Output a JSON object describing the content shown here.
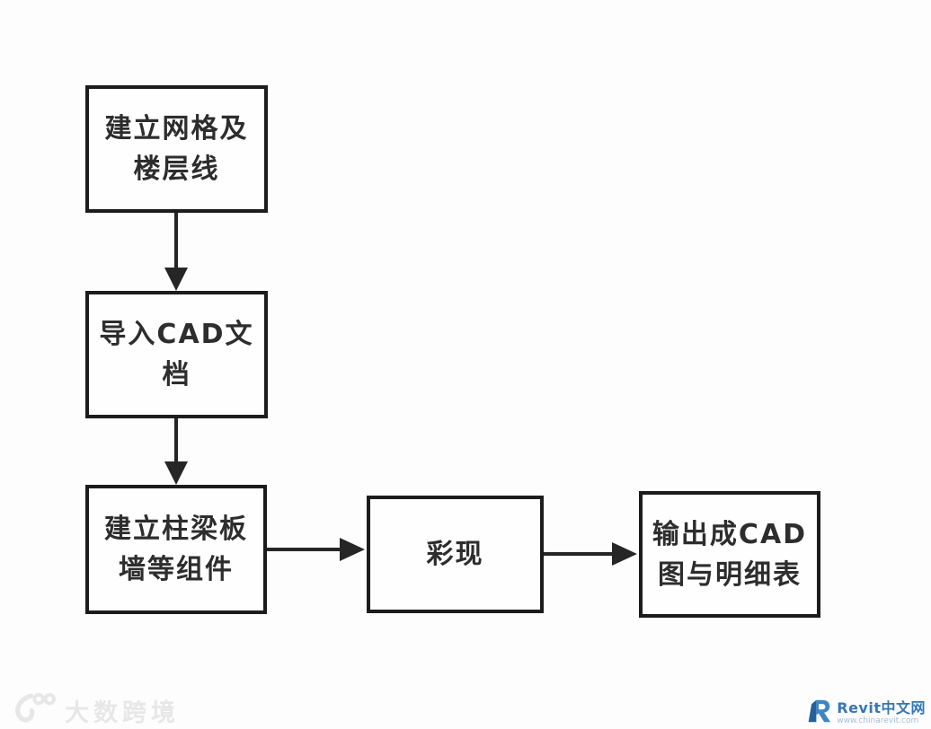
{
  "page": {
    "background": "#fdfdfd",
    "type": "flowchart-diagram"
  },
  "flowchart": {
    "nodes": [
      {
        "id": "create-grid-floor-lines",
        "label": "建立网格及\n楼层线"
      },
      {
        "id": "import-cad-document",
        "label": "导入CAD文\n档"
      },
      {
        "id": "create-column-beam-slab-wall-components",
        "label": "建立柱梁板\n墙等组件"
      },
      {
        "id": "rendering",
        "label": "彩现"
      },
      {
        "id": "output-cad-drawings-and-schedules",
        "label": "输出成CAD\n图与明细表"
      }
    ],
    "connections": [
      {
        "from": "create-grid-floor-lines",
        "to": "import-cad-document",
        "direction": "down"
      },
      {
        "from": "import-cad-document",
        "to": "create-column-beam-slab-wall-components",
        "direction": "down"
      },
      {
        "from": "create-column-beam-slab-wall-components",
        "to": "rendering",
        "direction": "right"
      },
      {
        "from": "rendering",
        "to": "output-cad-drawings-and-schedules",
        "direction": "right"
      }
    ],
    "colors": {
      "box_border": "#1c1c1c",
      "text": "#2d2d2d",
      "arrow": "#262626"
    }
  },
  "watermark": {
    "text": "大数跨境",
    "color": "#e7e7e7",
    "icon": "dashu-logo-icon"
  },
  "footer_logo": {
    "title": "Revit中文网",
    "url_text": "www.chinarevit.com",
    "brand_blue": "#3577b5",
    "light_blue": "#a3bedb",
    "icon": "revit-logo-icon"
  }
}
